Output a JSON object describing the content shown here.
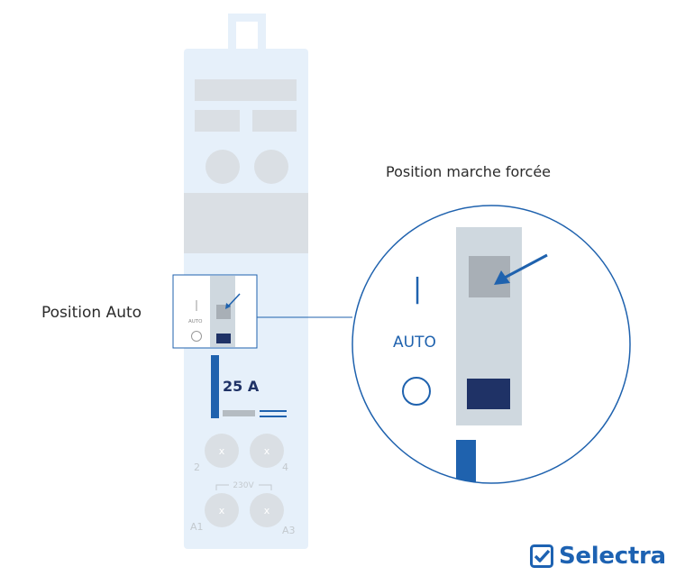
{
  "labels": {
    "position_auto": "Position Auto",
    "position_forced": "Position marche forcée",
    "auto": "AUTO",
    "on_mark": "|",
    "rating": "25 A",
    "terminal_x": "x",
    "terminal_2": "2",
    "terminal_4": "4",
    "terminal_a1": "A1",
    "terminal_a3": "A3",
    "voltage": "230V"
  },
  "brand": {
    "name": "Selectra",
    "icon": "check-box-icon"
  },
  "colors": {
    "device_body": "#e6f0fa",
    "gray_block": "#dadfe4",
    "slider_track": "#cfd8df",
    "knob": "#a8afb6",
    "navy": "#1f3266",
    "blue": "#1f62ae",
    "brand": "#1d62b2",
    "text_dark": "#2b2b2b"
  }
}
